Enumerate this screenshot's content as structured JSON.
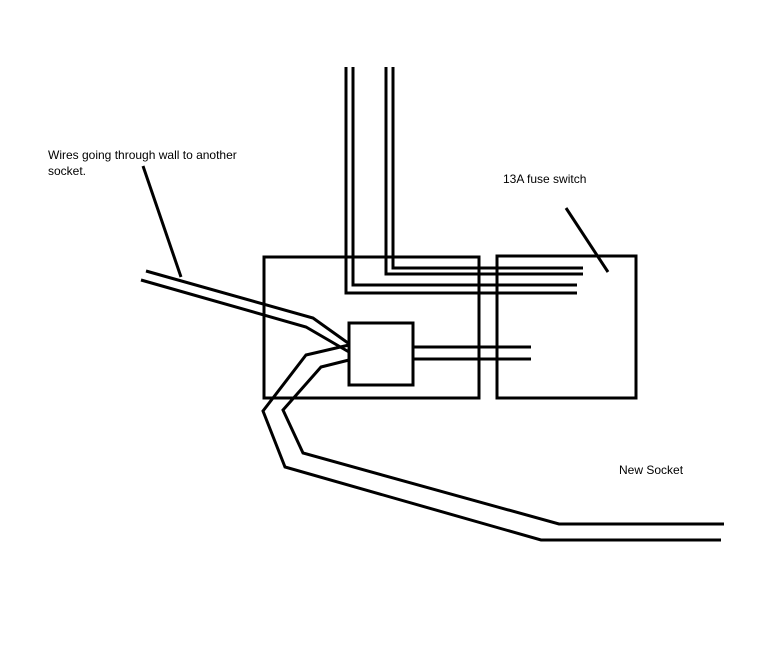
{
  "labels": {
    "wires_line1": "Wires going through wall to another",
    "wires_line2": "socket.",
    "fuse_switch": "13A fuse switch",
    "new_socket": "New Socket"
  },
  "colors": {
    "stroke": "#000000",
    "background": "#ffffff"
  }
}
